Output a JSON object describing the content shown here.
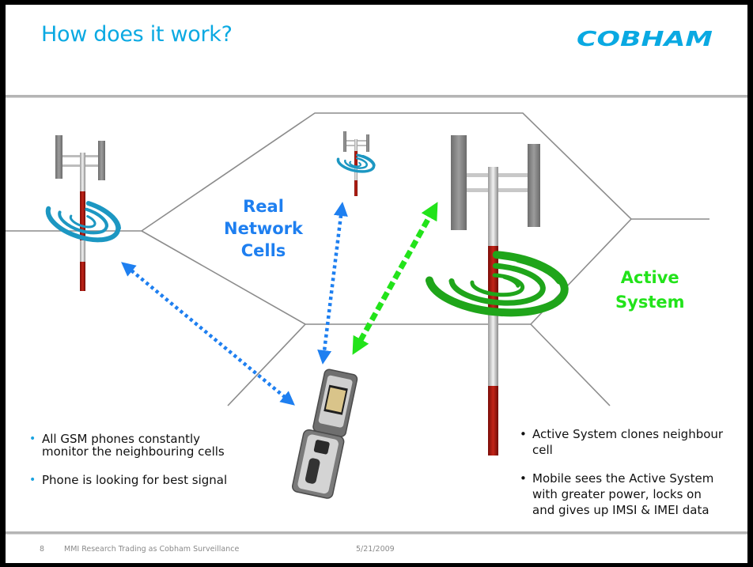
{
  "slide": {
    "title": "How does it work?",
    "logo_text": "COBHAM",
    "colors": {
      "title": "#0aa9e2",
      "logo": "#0aa9e2",
      "real_network": "#1e7ff0",
      "active_system": "#22e31a",
      "tower_mast_stripe": "#b01a10",
      "real_rings": "#1c97c2",
      "active_rings": "#1fa51a",
      "cell_lines": "#8c8c8c",
      "frame": "#000000"
    }
  },
  "diagram": {
    "real_network_label": [
      "Real",
      "Network",
      "Cells"
    ],
    "active_system_label": [
      "Active",
      "System"
    ],
    "elements": {
      "towers": [
        {
          "name": "left-real-tower",
          "type": "real"
        },
        {
          "name": "top-real-tower",
          "type": "real"
        },
        {
          "name": "active-system-tower",
          "type": "active"
        }
      ],
      "phone": "flip-phone",
      "links": [
        {
          "from": "phone",
          "to": "left-real-tower",
          "style": "dotted-blue"
        },
        {
          "from": "phone",
          "to": "top-real-tower",
          "style": "dotted-blue"
        },
        {
          "from": "phone",
          "to": "active-system-tower",
          "style": "dashed-green"
        }
      ]
    }
  },
  "bullets_left": [
    "All GSM phones constantly monitor the neighbouring cells",
    "Phone is looking for best signal"
  ],
  "bullets_left_lines": [
    [
      "All GSM phones constantly",
      "monitor the neighbouring cells"
    ],
    [
      "Phone is looking for best signal"
    ]
  ],
  "bullets_right_lines": [
    [
      "Active System clones neighbour",
      "cell"
    ],
    [
      "Mobile sees the Active System",
      "with greater power, locks on",
      "and gives up IMSI & IMEI data"
    ]
  ],
  "footer": {
    "page_number": "8",
    "company": "MMI Research Trading as Cobham Surveillance",
    "date": "5/21/2009"
  }
}
